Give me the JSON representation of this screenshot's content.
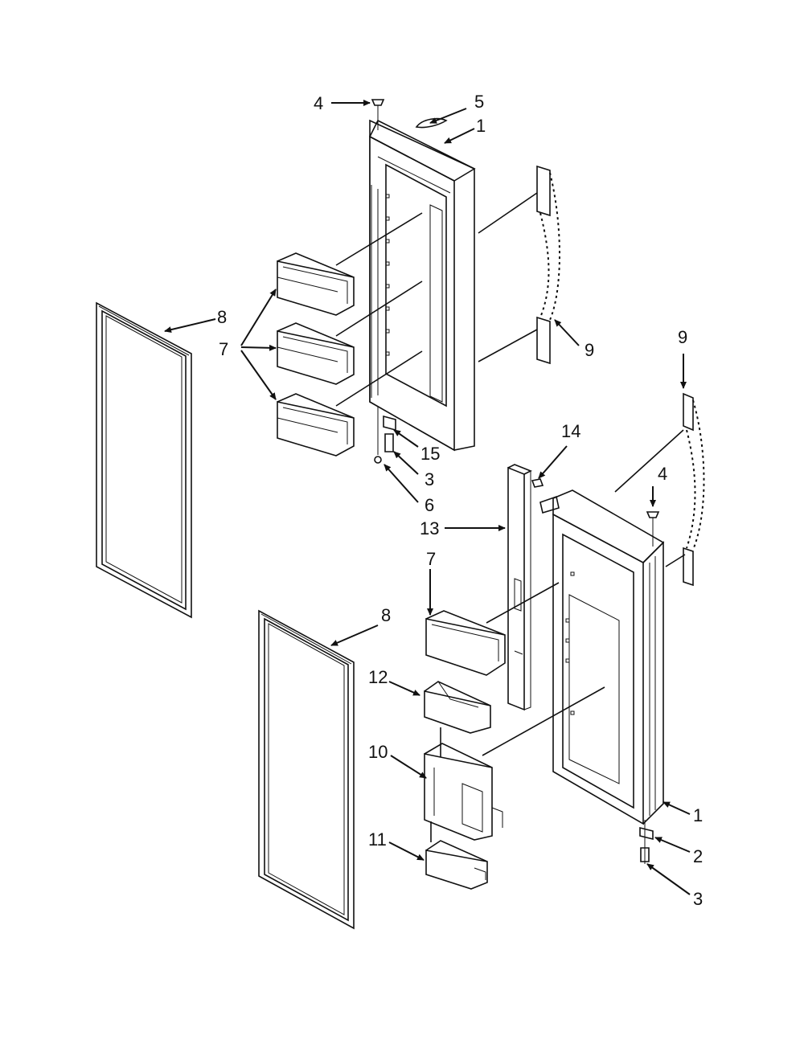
{
  "callouts": {
    "c1a": "1",
    "c1b": "1",
    "c2": "2",
    "c3a": "3",
    "c3b": "3",
    "c4a": "4",
    "c4b": "4",
    "c5": "5",
    "c6": "6",
    "c7a": "7",
    "c7b": "7",
    "c8a": "8",
    "c8b": "8",
    "c9a": "9",
    "c9b": "9",
    "c10": "10",
    "c11": "11",
    "c12": "12",
    "c13": "13",
    "c14": "14",
    "c15": "15"
  }
}
